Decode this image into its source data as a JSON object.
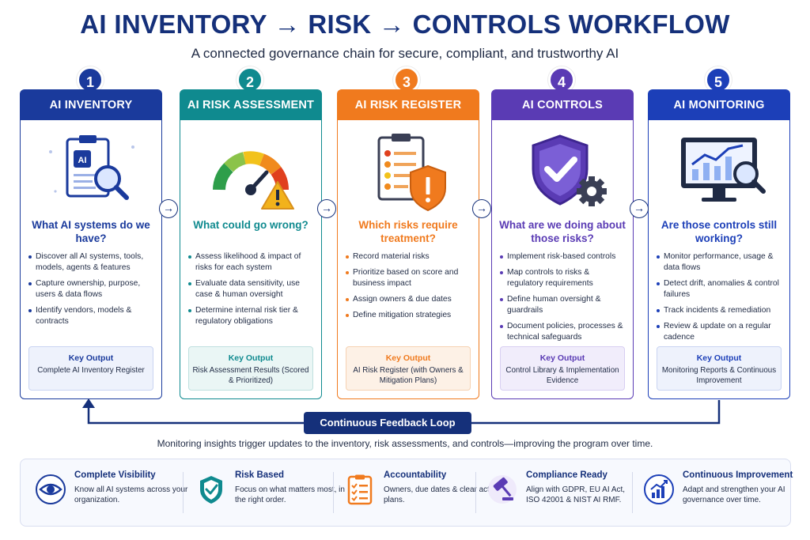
{
  "header": {
    "title": "AI INVENTORY → RISK → CONTROLS WORKFLOW",
    "subtitle": "A connected governance chain for secure, compliant, and trustworthy AI"
  },
  "steps": [
    {
      "number": "1",
      "title": "AI INVENTORY",
      "color": "#1a3a9c",
      "question": "What AI systems do we have?",
      "bullets": [
        "Discover all AI systems, tools, models, agents & features",
        "Capture ownership, purpose, users & data flows",
        "Identify vendors, models & contracts"
      ],
      "key_output_label": "Key Output",
      "key_output": "Complete AI Inventory Register",
      "icon": "clipboard-ai-magnifier-icon"
    },
    {
      "number": "2",
      "title": "AI RISK ASSESSMENT",
      "color": "#0f8a8f",
      "question": "What could go wrong?",
      "bullets": [
        "Assess likelihood & impact of risks for each system",
        "Evaluate data sensitivity, use case & human oversight",
        "Determine internal risk tier & regulatory obligations"
      ],
      "key_output_label": "Key Output",
      "key_output": "Risk Assessment Results (Scored & Prioritized)",
      "icon": "gauge-warning-icon"
    },
    {
      "number": "3",
      "title": "AI RISK REGISTER",
      "color": "#f07a1e",
      "question": "Which risks require treatment?",
      "bullets": [
        "Record material risks",
        "Prioritize based on score and business impact",
        "Assign owners & due dates",
        "Define mitigation strategies"
      ],
      "key_output_label": "Key Output",
      "key_output": "AI Risk Register (with Owners & Mitigation Plans)",
      "icon": "checklist-shield-icon"
    },
    {
      "number": "4",
      "title": "AI CONTROLS",
      "color": "#5a3bb4",
      "question": "What are we doing about those risks?",
      "bullets": [
        "Implement risk-based controls",
        "Map controls to risks & regulatory requirements",
        "Define human oversight & guardrails",
        "Document policies, processes & technical safeguards"
      ],
      "key_output_label": "Key Output",
      "key_output": "Control Library & Implementation Evidence",
      "icon": "shield-gear-icon"
    },
    {
      "number": "5",
      "title": "AI MONITORING",
      "color": "#1c3fb8",
      "question": "Are those controls still working?",
      "bullets": [
        "Monitor performance, usage & data flows",
        "Detect drift, anomalies & control failures",
        "Track incidents & remediation",
        "Review & update on a regular cadence"
      ],
      "key_output_label": "Key Output",
      "key_output": "Monitoring Reports & Continuous Improvement",
      "icon": "monitor-chart-icon"
    }
  ],
  "feedback": {
    "label": "Continuous Feedback Loop",
    "caption": "Monitoring insights trigger updates to the inventory, risk assessments, and controls—improving the program over time."
  },
  "benefits": [
    {
      "title": "Complete Visibility",
      "text": "Know all AI systems across your organization.",
      "icon": "eye-icon",
      "color": "#1a3a9c"
    },
    {
      "title": "Risk Based",
      "text": "Focus on what matters most, in the right order.",
      "icon": "shield-check-icon",
      "color": "#0f8a8f"
    },
    {
      "title": "Accountability",
      "text": "Owners, due dates & clear action plans.",
      "icon": "checklist-icon",
      "color": "#f07a1e"
    },
    {
      "title": "Compliance Ready",
      "text": "Align with GDPR, EU AI Act, ISO 42001 & NIST AI RMF.",
      "icon": "gavel-icon",
      "color": "#5a3bb4"
    },
    {
      "title": "Continuous Improvement",
      "text": "Adapt and strengthen your AI governance over time.",
      "icon": "growth-chart-icon",
      "color": "#1c3fb8"
    }
  ]
}
